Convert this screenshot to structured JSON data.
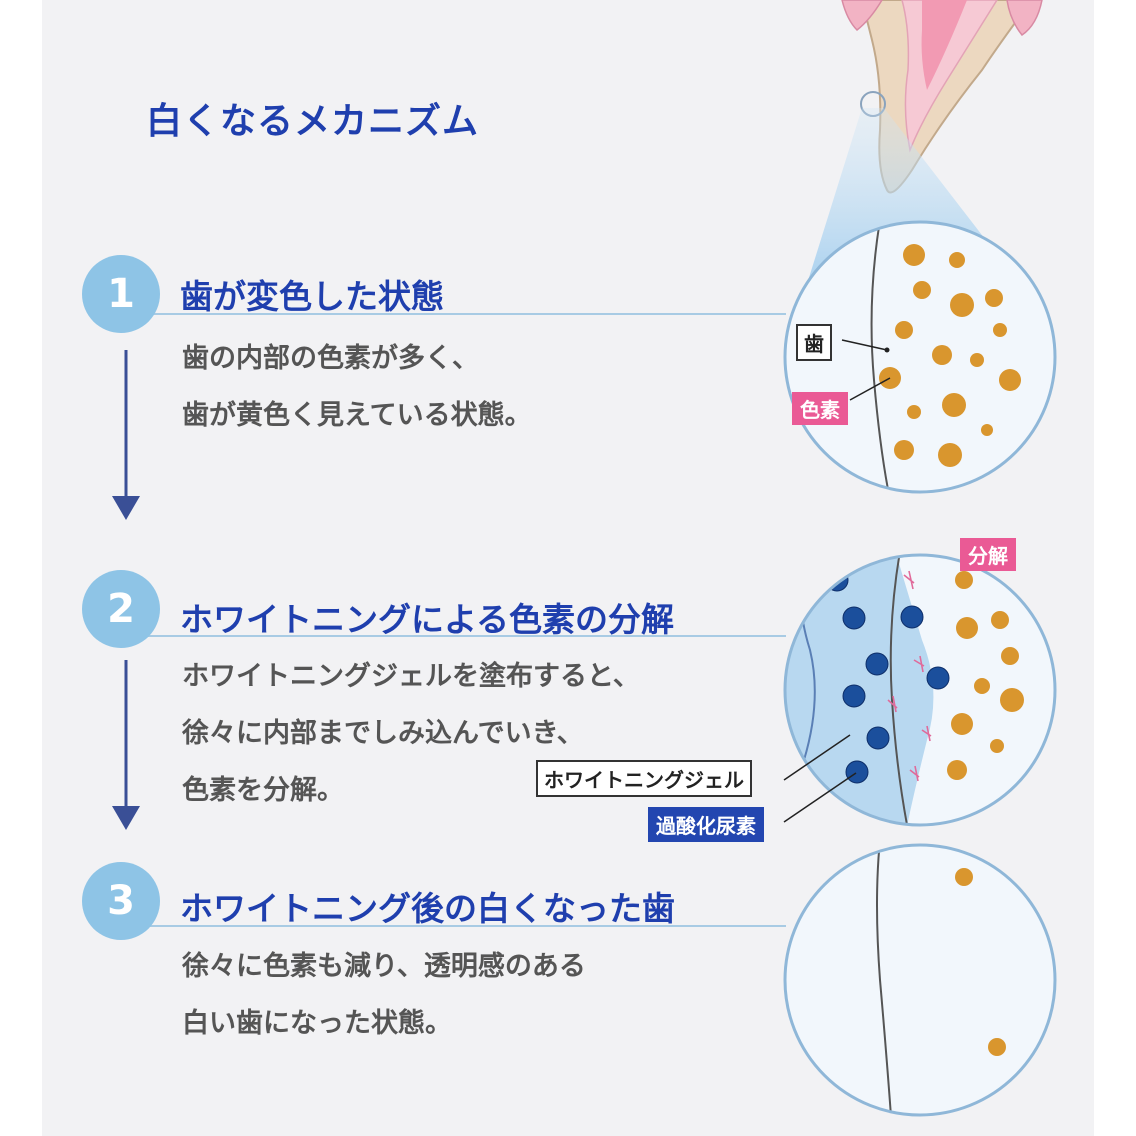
{
  "title": "白くなるメカニズム",
  "steps": [
    {
      "number": "1",
      "heading": "歯が変色した状態",
      "lines": [
        "歯の内部の色素が多く、",
        "歯が黄色く見えている状態。"
      ]
    },
    {
      "number": "2",
      "heading": "ホワイトニングによる色素の分解",
      "lines": [
        "ホワイトニングジェルを塗布すると、",
        "徐々に内部までしみ込んでいき、",
        "色素を分解。"
      ]
    },
    {
      "number": "3",
      "heading": "ホワイトニング後の白くなった歯",
      "lines": [
        "徐々に色素も減り、透明感のある",
        "白い歯になった状態。"
      ]
    }
  ],
  "labels": {
    "tooth": "歯",
    "pigment": "色素",
    "decompose": "分解",
    "gel": "ホワイトニングジェル",
    "peroxide": "過酸化尿素"
  },
  "colors": {
    "title_blue": "#1f3fae",
    "step_circle": "#8ec4e6",
    "pigment_orange": "#d9962e",
    "peroxide_blue": "#1b4f9c",
    "label_pink": "#ea5a95",
    "gel_blue": "#b8d8f0"
  }
}
